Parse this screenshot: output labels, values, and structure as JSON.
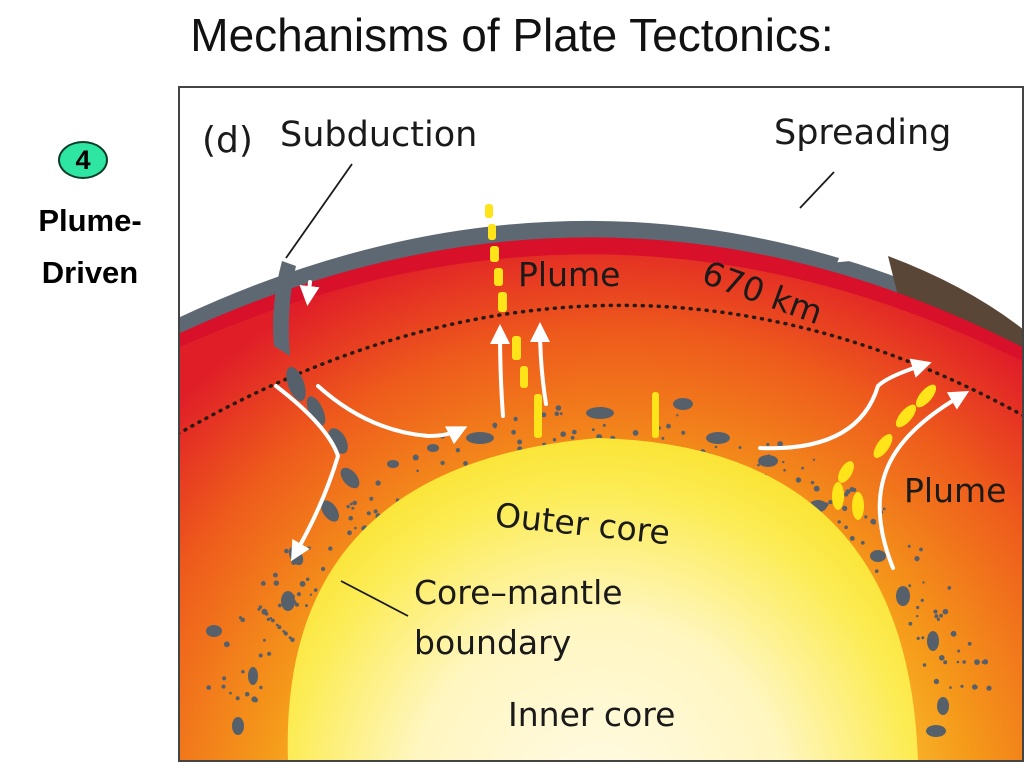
{
  "slide": {
    "title": "Mechanisms of Plate Tectonics:",
    "badge": "4",
    "side_label_line1": "Plume-",
    "side_label_line2": "Driven"
  },
  "diagram": {
    "panel_label": "(d)",
    "labels": {
      "subduction": "Subduction",
      "spreading": "Spreading",
      "plume_center": "Plume",
      "depth_670": "670 km",
      "plume_right": "Plume",
      "outer_core": "Outer core",
      "core_mantle_line1": "Core–mantle",
      "core_mantle_line2": "boundary",
      "inner_core": "Inner core"
    },
    "colors": {
      "crust": "#5a6670",
      "lithosphere": "#d8102a",
      "mantle_outer": "#e01e28",
      "mantle_inner": "#f59a1a",
      "outer_core": "#fbe63a",
      "inner_core": "#fff8dc",
      "plume": "#ffe419",
      "slab_debris": "#56606a",
      "arrow": "#ffffff"
    }
  }
}
